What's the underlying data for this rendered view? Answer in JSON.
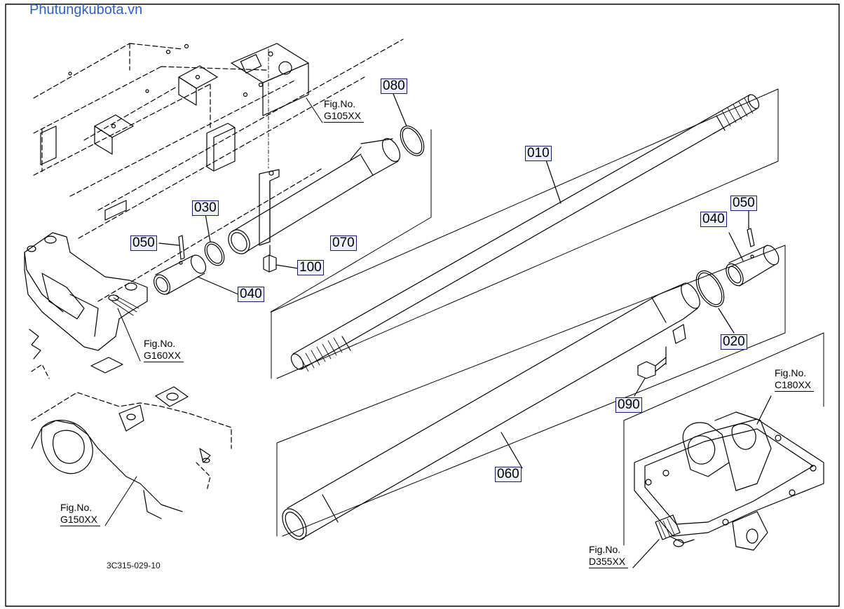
{
  "watermark": "Phutungkubota.vn",
  "drawing_id": "3C315-029-10",
  "colors": {
    "line": "#000000",
    "label_border": "#1b1b6e",
    "label_fill": "#eef0fa",
    "watermark": "#2f5fc4"
  },
  "parts": {
    "p080": "080",
    "p010": "010",
    "p030": "030",
    "p050_left": "050",
    "p050_right": "050",
    "p040_left": "040",
    "p040_right": "040",
    "p070": "070",
    "p100": "100",
    "p020": "020",
    "p090": "090",
    "p060": "060"
  },
  "fig_refs": {
    "g105": {
      "prefix": "Fig.No.",
      "code": "G105XX"
    },
    "g160": {
      "prefix": "Fig.No.",
      "code": "G160XX"
    },
    "g150": {
      "prefix": "Fig.No.",
      "code": "G150XX"
    },
    "c180": {
      "prefix": "Fig.No.",
      "code": "C180XX"
    },
    "d355": {
      "prefix": "Fig.No.",
      "code": "D355XX"
    }
  }
}
